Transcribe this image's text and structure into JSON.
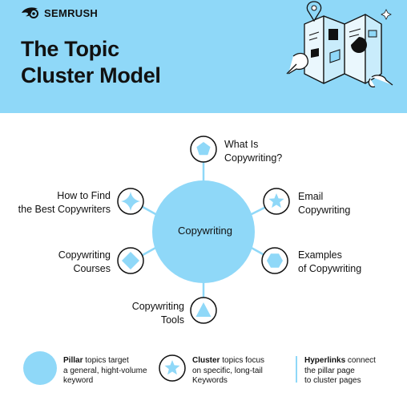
{
  "brand": {
    "name": "SEMRUSH"
  },
  "title": {
    "line1": "The Topic",
    "line2": "Cluster Model"
  },
  "pillar": {
    "label": "Copywriting"
  },
  "clusters": [
    {
      "line1": "What Is",
      "line2": "Copywriting?",
      "shape": "pentagon-icon"
    },
    {
      "line1": "Email",
      "line2": "Copywriting",
      "shape": "star-icon"
    },
    {
      "line1": "Examples",
      "line2": "of Copywriting",
      "shape": "hexagon-icon"
    },
    {
      "line1": "Copywriting",
      "line2": "Tools",
      "shape": "triangle-icon"
    },
    {
      "line1": "Copywriting",
      "line2": "Courses",
      "shape": "diamond-icon"
    },
    {
      "line1": "How to Find",
      "line2": "the Best Copywriters",
      "shape": "sparkle-icon"
    }
  ],
  "legend": {
    "pillar": {
      "bold": "Pillar",
      "rest1": " topics target",
      "line2": "a general, hight-volume",
      "line3": "keyword"
    },
    "cluster": {
      "bold": "Cluster",
      "rest1": " topics focus",
      "line2": "on specific, long-tail",
      "line3": "Keywords"
    },
    "hyperlinks": {
      "bold": "Hyperlinks",
      "rest1": " connect",
      "line2": "the pillar page",
      "line3": "to cluster pages"
    }
  },
  "colors": {
    "accent": "#8fd8f8",
    "text": "#111111",
    "background": "#ffffff"
  }
}
